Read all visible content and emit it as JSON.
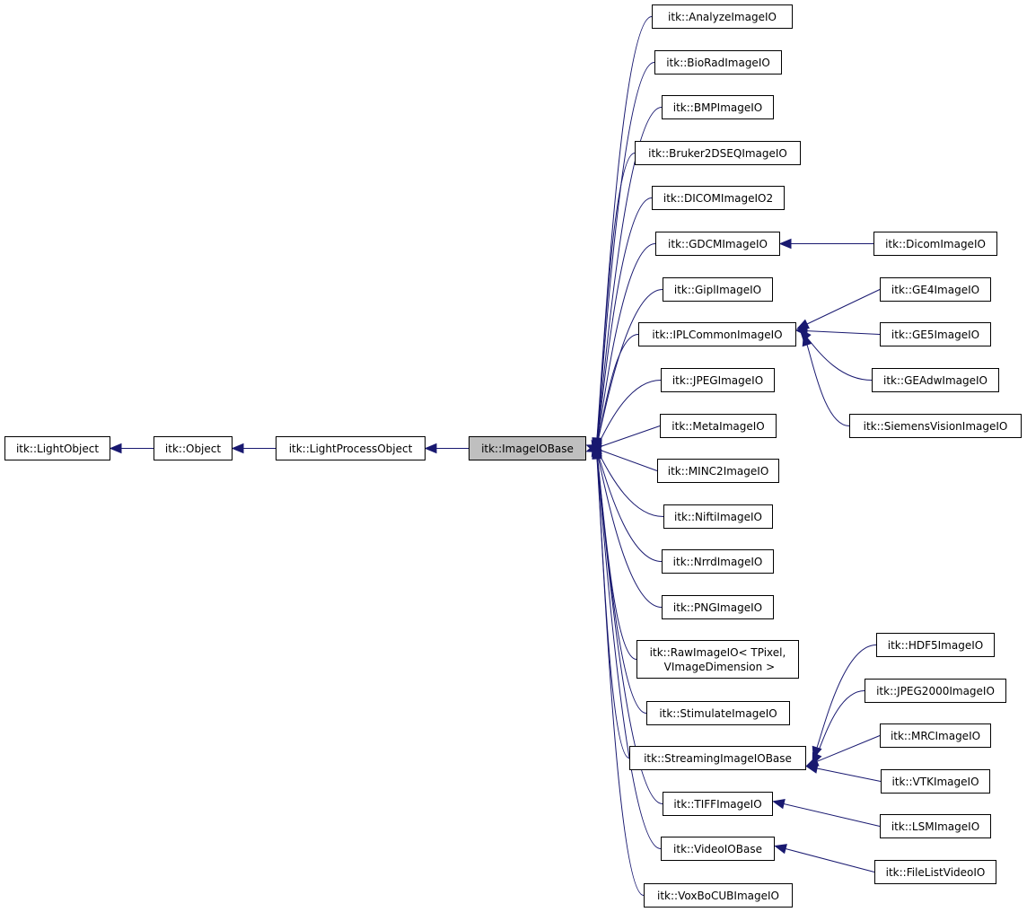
{
  "diagram": {
    "colors": {
      "edge": "#191970",
      "node_border": "#000000",
      "node_fill": "#ffffff",
      "current_fill": "#bfbfbf"
    },
    "nodes": {
      "lightobject": "itk::LightObject",
      "object": "itk::Object",
      "lightprocessobject": "itk::LightProcessObject",
      "imageiobase": "itk::ImageIOBase",
      "analyze": "itk::AnalyzeImageIO",
      "biorad": "itk::BioRadImageIO",
      "bmp": "itk::BMPImageIO",
      "bruker": "itk::Bruker2DSEQImageIO",
      "dicom2": "itk::DICOMImageIO2",
      "gdcm": "itk::GDCMImageIO",
      "dicomimageio": "itk::DicomImageIO",
      "gipl": "itk::GiplImageIO",
      "iplcommon": "itk::IPLCommonImageIO",
      "ge4": "itk::GE4ImageIO",
      "ge5": "itk::GE5ImageIO",
      "geadw": "itk::GEAdwImageIO",
      "siemens": "itk::SiemensVisionImageIO",
      "jpeg": "itk::JPEGImageIO",
      "meta": "itk::MetaImageIO",
      "minc2": "itk::MINC2ImageIO",
      "nifti": "itk::NiftiImageIO",
      "nrrd": "itk::NrrdImageIO",
      "png": "itk::PNGImageIO",
      "raw": "itk::RawImageIO< TPixel,\n VImageDimension >",
      "stimulate": "itk::StimulateImageIO",
      "streaming": "itk::StreamingImageIOBase",
      "hdf5": "itk::HDF5ImageIO",
      "jpeg2000": "itk::JPEG2000ImageIO",
      "mrc": "itk::MRCImageIO",
      "vtk": "itk::VTKImageIO",
      "tiff": "itk::TIFFImageIO",
      "lsm": "itk::LSMImageIO",
      "videoio": "itk::VideoIOBase",
      "filelistvideo": "itk::FileListVideoIO",
      "voxbocub": "itk::VoxBoCUBImageIO"
    },
    "edges": [
      [
        "object",
        "lightobject"
      ],
      [
        "lightprocessobject",
        "object"
      ],
      [
        "imageiobase",
        "lightprocessobject"
      ],
      [
        "analyze",
        "imageiobase"
      ],
      [
        "biorad",
        "imageiobase"
      ],
      [
        "bmp",
        "imageiobase"
      ],
      [
        "bruker",
        "imageiobase"
      ],
      [
        "dicom2",
        "imageiobase"
      ],
      [
        "gdcm",
        "imageiobase"
      ],
      [
        "gipl",
        "imageiobase"
      ],
      [
        "iplcommon",
        "imageiobase"
      ],
      [
        "jpeg",
        "imageiobase"
      ],
      [
        "meta",
        "imageiobase"
      ],
      [
        "minc2",
        "imageiobase"
      ],
      [
        "nifti",
        "imageiobase"
      ],
      [
        "nrrd",
        "imageiobase"
      ],
      [
        "png",
        "imageiobase"
      ],
      [
        "raw",
        "imageiobase"
      ],
      [
        "stimulate",
        "imageiobase"
      ],
      [
        "streaming",
        "imageiobase"
      ],
      [
        "tiff",
        "imageiobase"
      ],
      [
        "videoio",
        "imageiobase"
      ],
      [
        "voxbocub",
        "imageiobase"
      ],
      [
        "dicomimageio",
        "gdcm"
      ],
      [
        "ge4",
        "iplcommon"
      ],
      [
        "ge5",
        "iplcommon"
      ],
      [
        "geadw",
        "iplcommon"
      ],
      [
        "siemens",
        "iplcommon"
      ],
      [
        "hdf5",
        "streaming"
      ],
      [
        "jpeg2000",
        "streaming"
      ],
      [
        "mrc",
        "streaming"
      ],
      [
        "vtk",
        "streaming"
      ],
      [
        "lsm",
        "tiff"
      ],
      [
        "filelistvideo",
        "videoio"
      ]
    ]
  }
}
